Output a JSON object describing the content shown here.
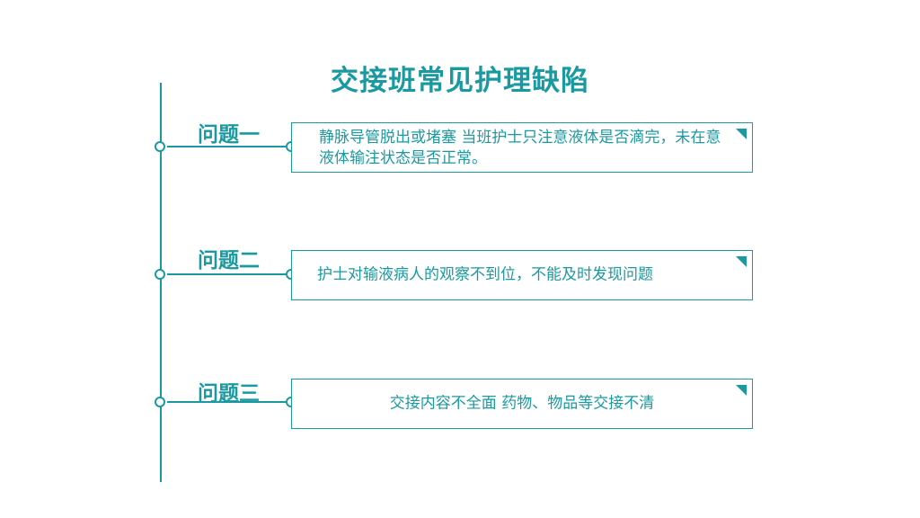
{
  "slide": {
    "title": "交接班常见护理缺陷",
    "accent_color": "#1a9aa0",
    "items": [
      {
        "label": "问题一",
        "text": "静脉导管脱出或堵塞  当班护士只注意液体是否滴完，未在意液体输注状态是否正常。"
      },
      {
        "label": "问题二",
        "text": "护士对输液病人的观察不到位，不能及时发现问题"
      },
      {
        "label": "问题三",
        "text": "交接内容不全面  药物、物品等交接不清"
      }
    ]
  }
}
